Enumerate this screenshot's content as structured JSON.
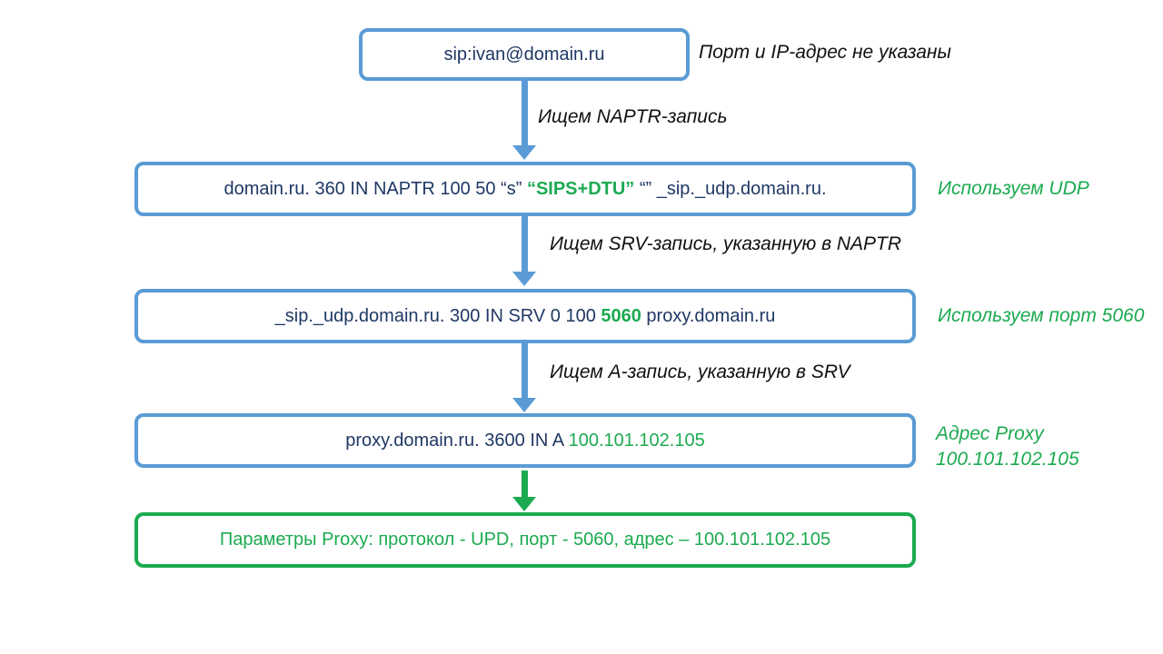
{
  "colors": {
    "blue": "#5b9bd5",
    "dark_blue": "#1f3864",
    "green": "#1caa50",
    "black": "#111111"
  },
  "flow": {
    "box1": {
      "text": "sip:ivan@domain.ru"
    },
    "ann1": "Порт и IP-адрес не указаны",
    "arrow1_label": "Ищем NAPTR-запись",
    "box2": {
      "pre": "domain.ru. 360 IN NAPTR 100 50 “s” ",
      "highlight": "“SIPS+DTU”",
      "post": " “” _sip._udp.domain.ru."
    },
    "ann2": "Используем UDP",
    "arrow2_label": "Ищем SRV-запись, указанную в NAPTR",
    "box3": {
      "pre": "_sip._udp.domain.ru. 300 IN SRV 0 100 ",
      "highlight": "5060",
      "post": " proxy.domain.ru"
    },
    "ann3": "Используем порт 5060",
    "arrow3_label": "Ищем A-запись, указанную в SRV",
    "box4": {
      "pre": "proxy.domain.ru. 3600 IN A ",
      "highlight": "100.101.102.105",
      "post": ""
    },
    "ann4": "Адрес Proxy\n100.101.102.105",
    "box5": {
      "text": "Параметры Proxy: протокол - UPD, порт - 5060, адрес – 100.101.102.105"
    }
  }
}
